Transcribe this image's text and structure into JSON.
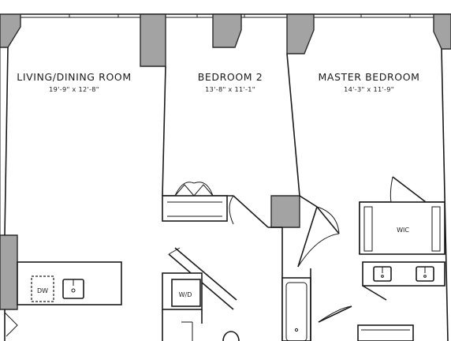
{
  "rooms": {
    "living": {
      "name": "LIVING/DINING ROOM",
      "dims": "19'-9\" x 12'-8\""
    },
    "bedroom2": {
      "name": "BEDROOM 2",
      "dims": "13'-8\" x 11'-1\""
    },
    "master": {
      "name": "MASTER BEDROOM",
      "dims": "14'-3\" x 11'-9\""
    }
  },
  "fixtures": {
    "wic": "WIC",
    "wd": "W/D",
    "dw": "DW"
  },
  "colors": {
    "wall_fill": "#a3a3a3",
    "line": "#1a1a1a",
    "background": "#ffffff"
  }
}
